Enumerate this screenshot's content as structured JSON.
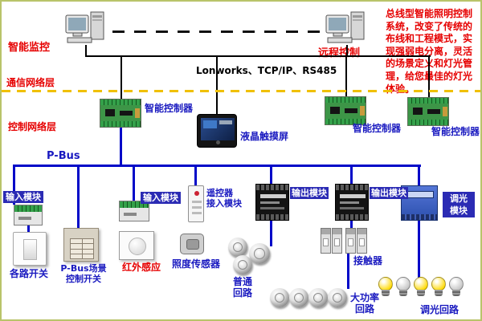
{
  "colors": {
    "label_red": "#e60000",
    "label_blue": "#1a1ac0",
    "badge_blue": "#2b2bb4",
    "bus_blue": "#0008c8",
    "divider_yellow": "#f0c000",
    "frame_olive": "#b9c46a",
    "pcb_green": "#3d9547"
  },
  "top": {
    "local_pc_label": "智能监控",
    "remote_pc_label": "远程控制",
    "backbone_protocols": "Lonworks、TCP/IP、RS485",
    "description": "总线型智能照明控制系统，改变了传统的布线和工程模式，实现强弱电分离，灵活的场景定义和灯光管理，给您最佳的灯光体验。"
  },
  "layers": {
    "communication": "通信网络层",
    "control": "控制网络层",
    "pbus": "P-Bus"
  },
  "control_devices": {
    "controller1_label": "智能控制器",
    "touchscreen_label": "液晶触摸屏",
    "controller2_label": "智能控制器",
    "controller3_label": "智能控制器"
  },
  "field_devices": {
    "input_module1": "输入模块",
    "room_switch": "各路开关",
    "scene_switch": "P-Bus场景\n控制开关",
    "input_module2": "输入模块",
    "ir_sensor": "红外感应",
    "remote_access": "遥控器\n接入模块",
    "lux_sensor": "照度传感器",
    "output_module1": "输出模块",
    "normal_circuit": "普通\n回路",
    "output_module2": "输出模块",
    "contactor": "接触器",
    "high_power_circuit": "大功率\n回路",
    "dimmer_module": "调光\n模块",
    "dimming_circuit": "调光回路"
  },
  "bulb_colors": [
    "#ffd900",
    "#c4c4c4",
    "#ffd900",
    "#ffd900",
    "#c4c4c4"
  ]
}
